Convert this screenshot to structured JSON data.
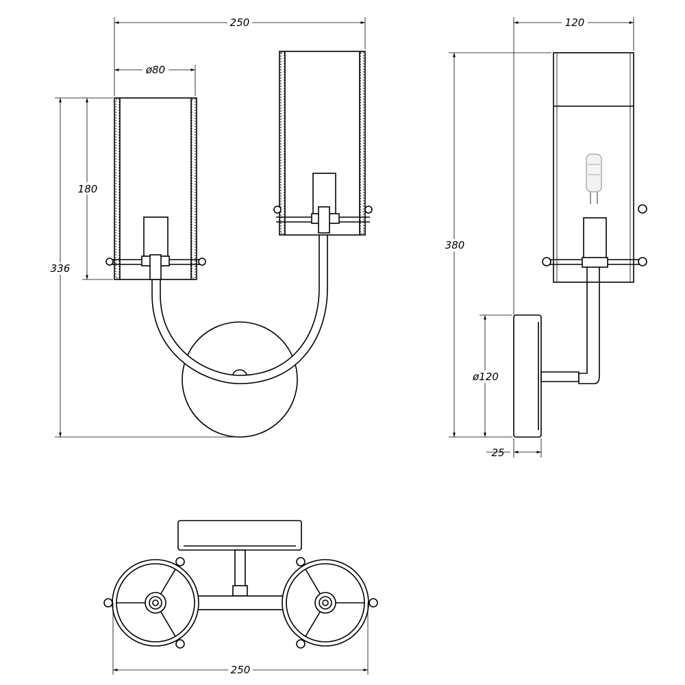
{
  "title": "Wall lamp technical drawing",
  "front_view": {
    "width_label": "250",
    "shade_diameter_label": "ø80",
    "shade_height_label": "180",
    "total_height_label": "336"
  },
  "side_view": {
    "depth_label": "120",
    "total_height_label": "380",
    "backplate_diameter_label": "ø120",
    "backplate_depth_label": "25"
  },
  "top_view": {
    "width_label": "250"
  }
}
